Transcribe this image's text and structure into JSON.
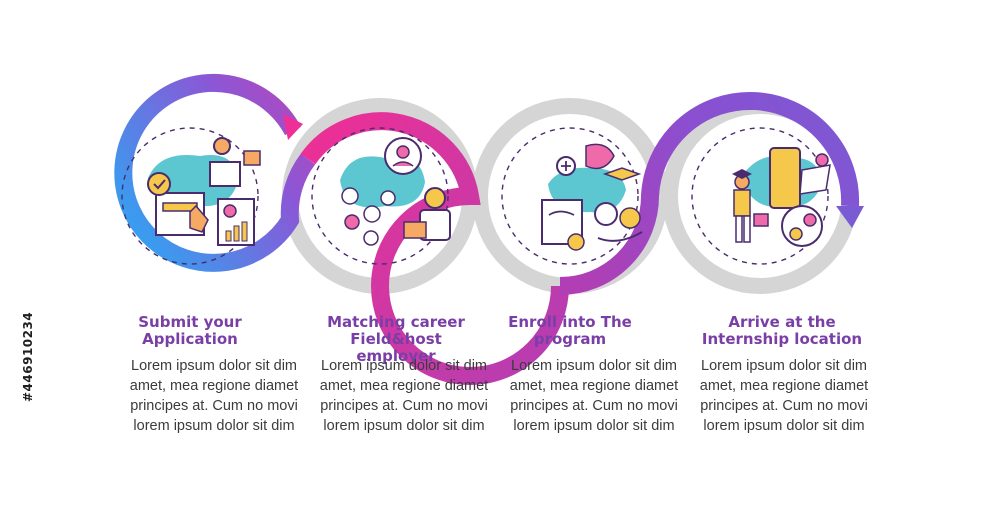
{
  "side_code": "#446910234",
  "colors": {
    "blue": "#2aa9f4",
    "pink": "#ee2f95",
    "purple": "#7b3fc7",
    "violet": "#8a5fd0",
    "grey_ring": "#d5d5d5",
    "teal_blob": "#5cc7d1",
    "title": "#7a3fa6",
    "icon_stroke": "#4a2c6e"
  },
  "steps": [
    {
      "title": "Submit your Application",
      "body": "Lorem ipsum dolor sit dim amet, mea regione diamet principes at. Cum no movi lorem ipsum dolor sit dim",
      "icon": "application-form-icon"
    },
    {
      "title": "Matching career Field&host employer",
      "body": "Lorem ipsum dolor sit dim amet, mea regione diamet principes at. Cum no movi lorem ipsum dolor sit dim",
      "icon": "career-matching-icon"
    },
    {
      "title": "Enroll into The program",
      "body": "Lorem ipsum dolor sit dim amet, mea regione diamet principes at. Cum no movi lorem ipsum dolor sit dim",
      "icon": "enrollment-handshake-icon"
    },
    {
      "title": "Arrive at the Internship location",
      "body": "Lorem ipsum dolor sit dim amet, mea regione diamet principes at. Cum no movi lorem ipsum dolor sit dim",
      "icon": "travel-arrival-icon"
    }
  ]
}
